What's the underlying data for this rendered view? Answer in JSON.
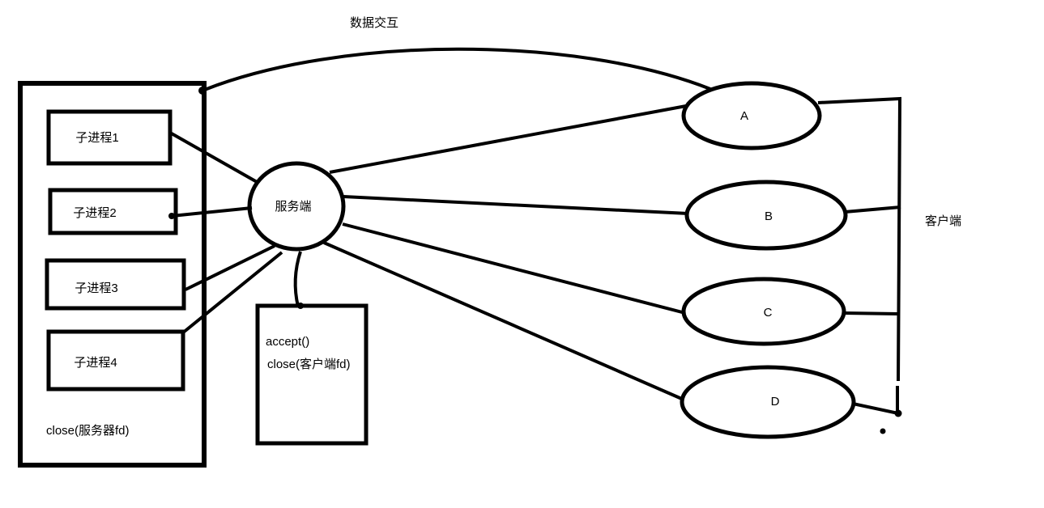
{
  "canvas": {
    "background_color": "#ffffff",
    "ink_color": "#000000"
  },
  "top_label": "数据交互",
  "server_host": {
    "child_processes": [
      {
        "label": "子进程1"
      },
      {
        "label": "子进程2"
      },
      {
        "label": "子进程3"
      },
      {
        "label": "子进程4"
      }
    ],
    "close_note": "close(服务器fd)"
  },
  "server_node": {
    "label": "服务端"
  },
  "accept_box": {
    "line1": "accept()",
    "line2": "close(客户端fd)"
  },
  "clients": {
    "side_label": "客户端",
    "nodes": [
      {
        "label": "A"
      },
      {
        "label": "B"
      },
      {
        "label": "C"
      },
      {
        "label": "D"
      }
    ]
  }
}
